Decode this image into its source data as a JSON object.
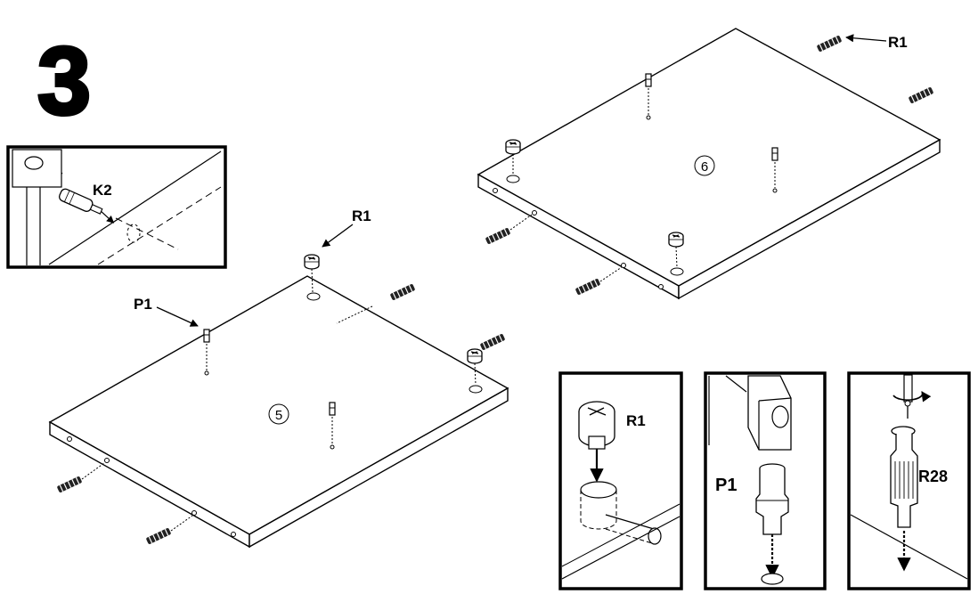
{
  "step": {
    "number": "3"
  },
  "panels": [
    {
      "id": "panel-5",
      "marker": "5"
    },
    {
      "id": "panel-6",
      "marker": "6"
    }
  ],
  "labels": {
    "tool": "K2",
    "cam_main": "R1",
    "cam_top": "R1",
    "dowel_main": "P1"
  },
  "details": [
    {
      "id": "detail-k2",
      "label": "K2"
    },
    {
      "id": "detail-r1",
      "label": "R1"
    },
    {
      "id": "detail-p1",
      "label": "P1"
    },
    {
      "id": "detail-r28",
      "label": "R28"
    }
  ]
}
